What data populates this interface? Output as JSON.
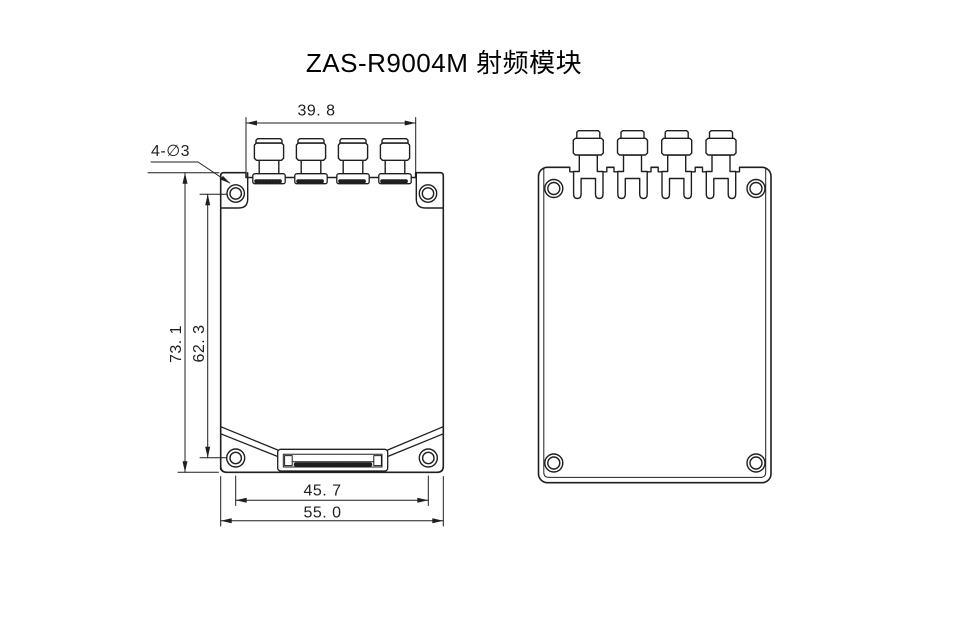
{
  "title": "ZAS-R9004M 射频模块",
  "front_view": {
    "dim_connector_span": "39. 8",
    "dim_overall_height": "73. 1",
    "dim_hole_span_vertical": "62. 3",
    "dim_hole_span_horizontal": "45. 7",
    "dim_overall_width": "55. 0",
    "callout_holes": "4-∅3"
  },
  "colors": {
    "line": "#1f1f1f",
    "background": "#ffffff"
  }
}
